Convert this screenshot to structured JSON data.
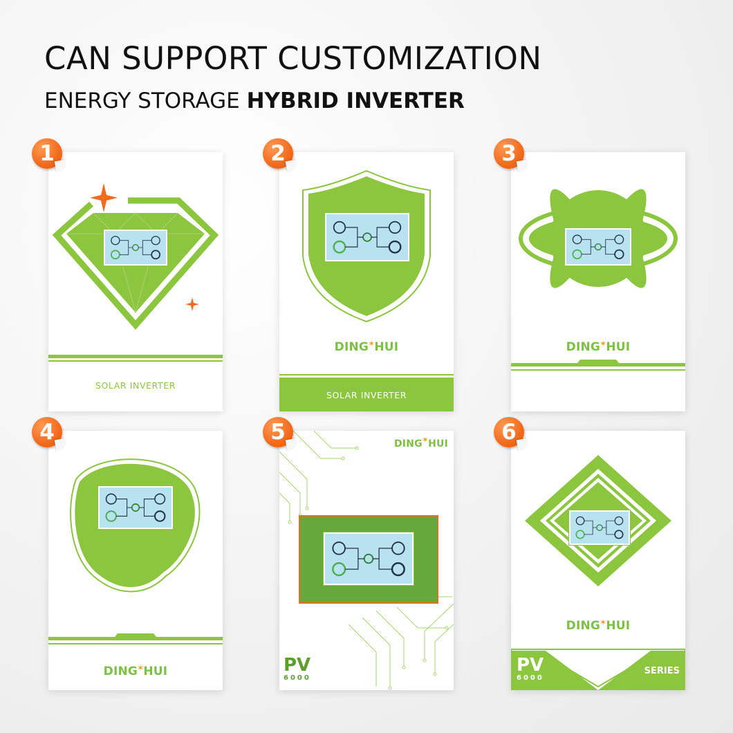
{
  "headline": "CAN SUPPORT CUSTOMIZATION",
  "subline": {
    "regular": "ENERGY STORAGE ",
    "bold": "HYBRID INVERTER"
  },
  "brand": {
    "logo_text": "DINGHUI",
    "logo_part1": "DING",
    "logo_part2": "HUI",
    "accent_green": "#8cc63f",
    "accent_orange": "#f26a1b"
  },
  "designs": [
    {
      "number": "1",
      "shape": "diamond",
      "label": "SOLAR INVERTER"
    },
    {
      "number": "2",
      "shape": "shield",
      "label": "SOLAR INVERTER"
    },
    {
      "number": "3",
      "shape": "flower"
    },
    {
      "number": "4",
      "shape": "droplet"
    },
    {
      "number": "5",
      "shape": "circuit",
      "model_main": "PV",
      "model_sub": "6000"
    },
    {
      "number": "6",
      "shape": "rhombus",
      "model_main": "PV",
      "model_sub": "6000",
      "series": "SERIES"
    }
  ]
}
